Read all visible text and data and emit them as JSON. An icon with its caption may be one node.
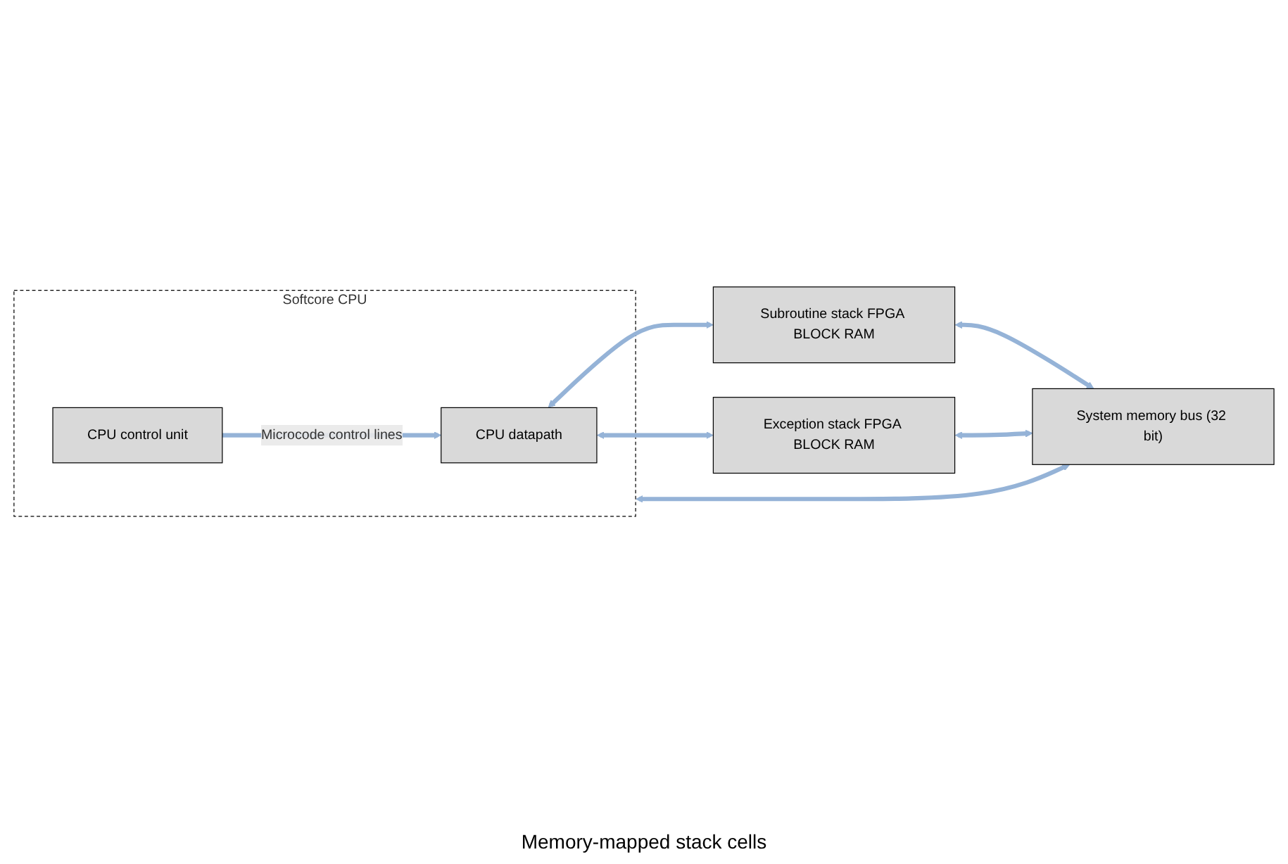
{
  "diagram": {
    "nodes": [
      {
        "text": [
          "Softcore CPU"
        ]
      },
      {
        "text": [
          "CPU datapath"
        ],
        "in": 0
      },
      {
        "text": [
          "CPU control unit"
        ],
        "in": 0
      },
      {
        "text": [
          "Subroutine stack FPGA BLOCK RAM"
        ]
      },
      {
        "text": [
          "Exception stack FPGA BLOCK RAM"
        ]
      },
      {
        "text": [
          "System memory bus (32 bit)"
        ]
      }
    ],
    "edges": [
      {
        "from": 2,
        "to": 1,
        "arrow": "to",
        "label": "Microcode control lines",
        "color": "#95b3d7"
      },
      {
        "from": 1,
        "to": 3,
        "arrow": "both",
        "color": "#95b3d7"
      },
      {
        "from": 1,
        "to": 4,
        "arrow": "both",
        "color": "#95b3d7"
      },
      {
        "from": 3,
        "to": 5,
        "arrow": "both",
        "color": "#95b3d7"
      },
      {
        "from": 4,
        "to": 5,
        "arrow": "both",
        "color": "#95b3d7"
      },
      {
        "from": 0,
        "to": 5,
        "arrow": "both",
        "color": "#95b3d7"
      }
    ],
    "labels": [
      "Memory-mapped stack cells"
    ]
  }
}
